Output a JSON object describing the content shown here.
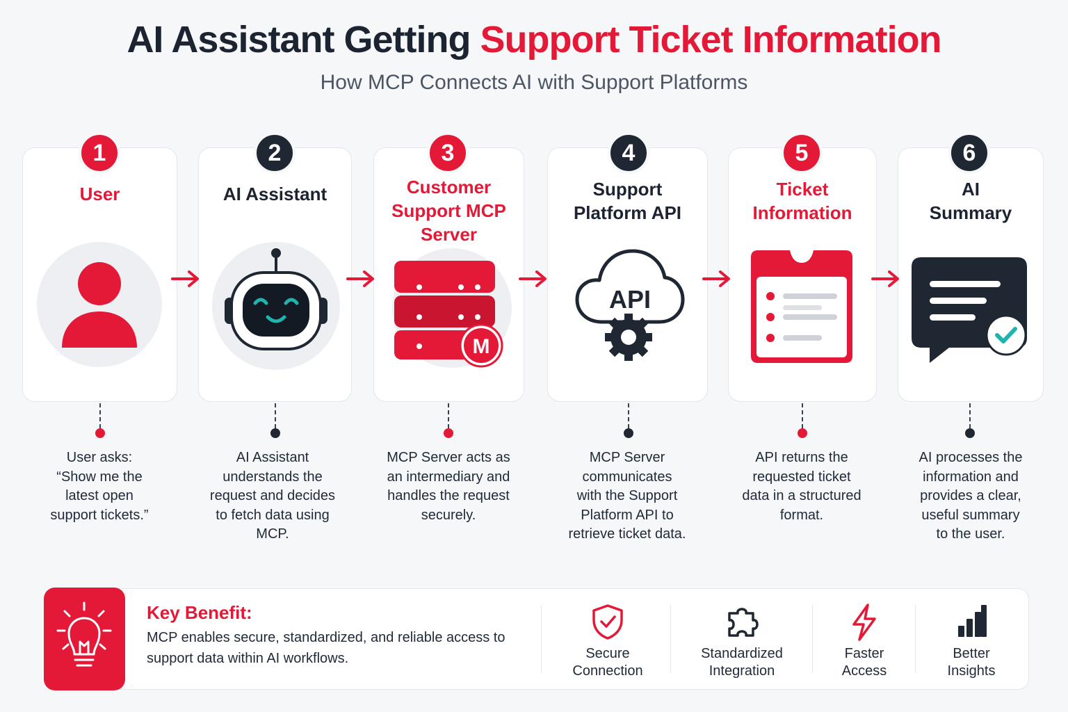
{
  "header": {
    "title_main": "AI Assistant Getting",
    "title_accent": "Support Ticket Information",
    "subtitle": "How MCP Connects AI with Support Platforms"
  },
  "steps": [
    {
      "number": "1",
      "title_lines": [
        "User"
      ],
      "description_lines": [
        "User asks:",
        "“Show me the",
        "latest open",
        "support tickets.”"
      ],
      "icon": "user-icon"
    },
    {
      "number": "2",
      "title_lines": [
        "AI Assistant"
      ],
      "description_lines": [
        "AI Assistant",
        "understands the",
        "request and decides",
        "to fetch data using",
        "MCP."
      ],
      "icon": "robot-icon"
    },
    {
      "number": "3",
      "title_lines": [
        "Customer",
        "Support MCP",
        "Server"
      ],
      "description_lines": [
        "MCP Server acts as",
        "an intermediary and",
        "handles the request",
        "securely."
      ],
      "icon": "server-icon",
      "icon_badge": "M"
    },
    {
      "number": "4",
      "title_lines": [
        "Support",
        "Platform API"
      ],
      "description_lines": [
        "MCP Server",
        "communicates",
        "with the Support",
        "Platform API to",
        "retrieve ticket data."
      ],
      "icon": "cloud-api-icon",
      "icon_text": "API"
    },
    {
      "number": "5",
      "title_lines": [
        "Ticket",
        "Information"
      ],
      "description_lines": [
        "API returns the",
        "requested ticket",
        "data in a structured",
        "format."
      ],
      "icon": "ticket-icon"
    },
    {
      "number": "6",
      "title_lines": [
        "AI",
        "Summary"
      ],
      "description_lines": [
        "AI processes the",
        "information and",
        "provides a clear,",
        "useful summary",
        "to the user."
      ],
      "icon": "chat-summary-icon"
    }
  ],
  "benefit": {
    "title": "Key Benefit:",
    "text": "MCP enables secure, standardized, and reliable access to support data within AI workflows.",
    "icon": "lightbulb-icon"
  },
  "features": [
    {
      "label_lines": [
        "Secure",
        "Connection"
      ],
      "icon": "shield-check-icon"
    },
    {
      "label_lines": [
        "Standardized",
        "Integration"
      ],
      "icon": "puzzle-icon"
    },
    {
      "label_lines": [
        "Faster",
        "Access"
      ],
      "icon": "lightning-icon"
    },
    {
      "label_lines": [
        "Better",
        "Insights"
      ],
      "icon": "bar-chart-icon"
    }
  ],
  "colors": {
    "accent": "#e31937",
    "dark": "#1f2733",
    "teal": "#1fb5ad"
  }
}
